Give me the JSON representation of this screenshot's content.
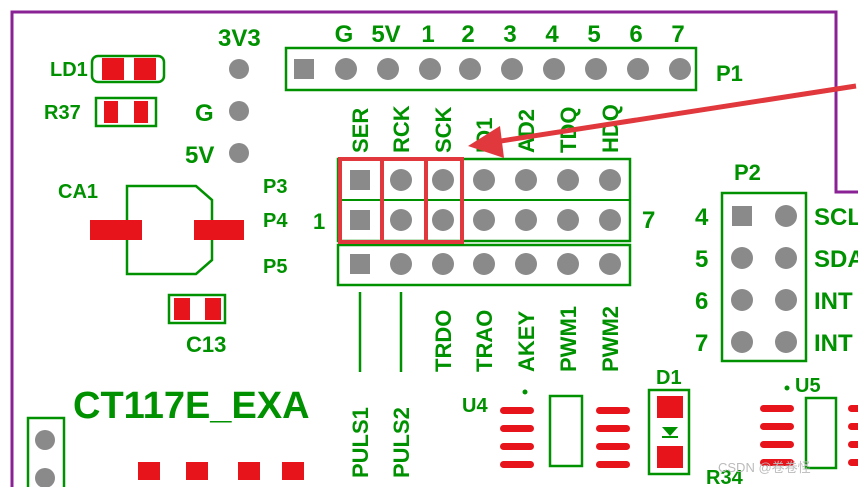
{
  "colors": {
    "silkscreen": "#009100",
    "outline": "#8a2296",
    "pad": "#e8141c",
    "hole": "#8a8a8a",
    "highlight": "#e0383c",
    "watermark": "#bbbbbb"
  },
  "labels": {
    "v33": "3V3",
    "g_left": "G",
    "v5_left": "5V",
    "ld1": "LD1",
    "r37": "R37",
    "ca1": "CA1",
    "c13": "C13",
    "board_name": "CT117E_EXA",
    "p1": "P1",
    "p2": "P2",
    "p3": "P3",
    "p4": "P4",
    "p5": "P5",
    "p4_pin1": "1",
    "p4_pin7": "7",
    "u4": "U4",
    "u5": "U5",
    "d1": "D1",
    "r34": "R34",
    "watermark": "CSDN @卷卷怪"
  },
  "p1_header": [
    "G",
    "5V",
    "1",
    "2",
    "3",
    "4",
    "5",
    "6",
    "7"
  ],
  "p3_signals": [
    "SER",
    "RCK",
    "SCK",
    "IO1",
    "AD2",
    "TDQ",
    "HDQ"
  ],
  "p5_signals": [
    "PULS1",
    "PULS2",
    "TRDO",
    "TRAO",
    "AKEY",
    "PWM1",
    "PWM2"
  ],
  "p2_pins": [
    "4",
    "5",
    "6",
    "7"
  ],
  "p2_signals": [
    "SCL",
    "SDA",
    "INT",
    "INT"
  ]
}
